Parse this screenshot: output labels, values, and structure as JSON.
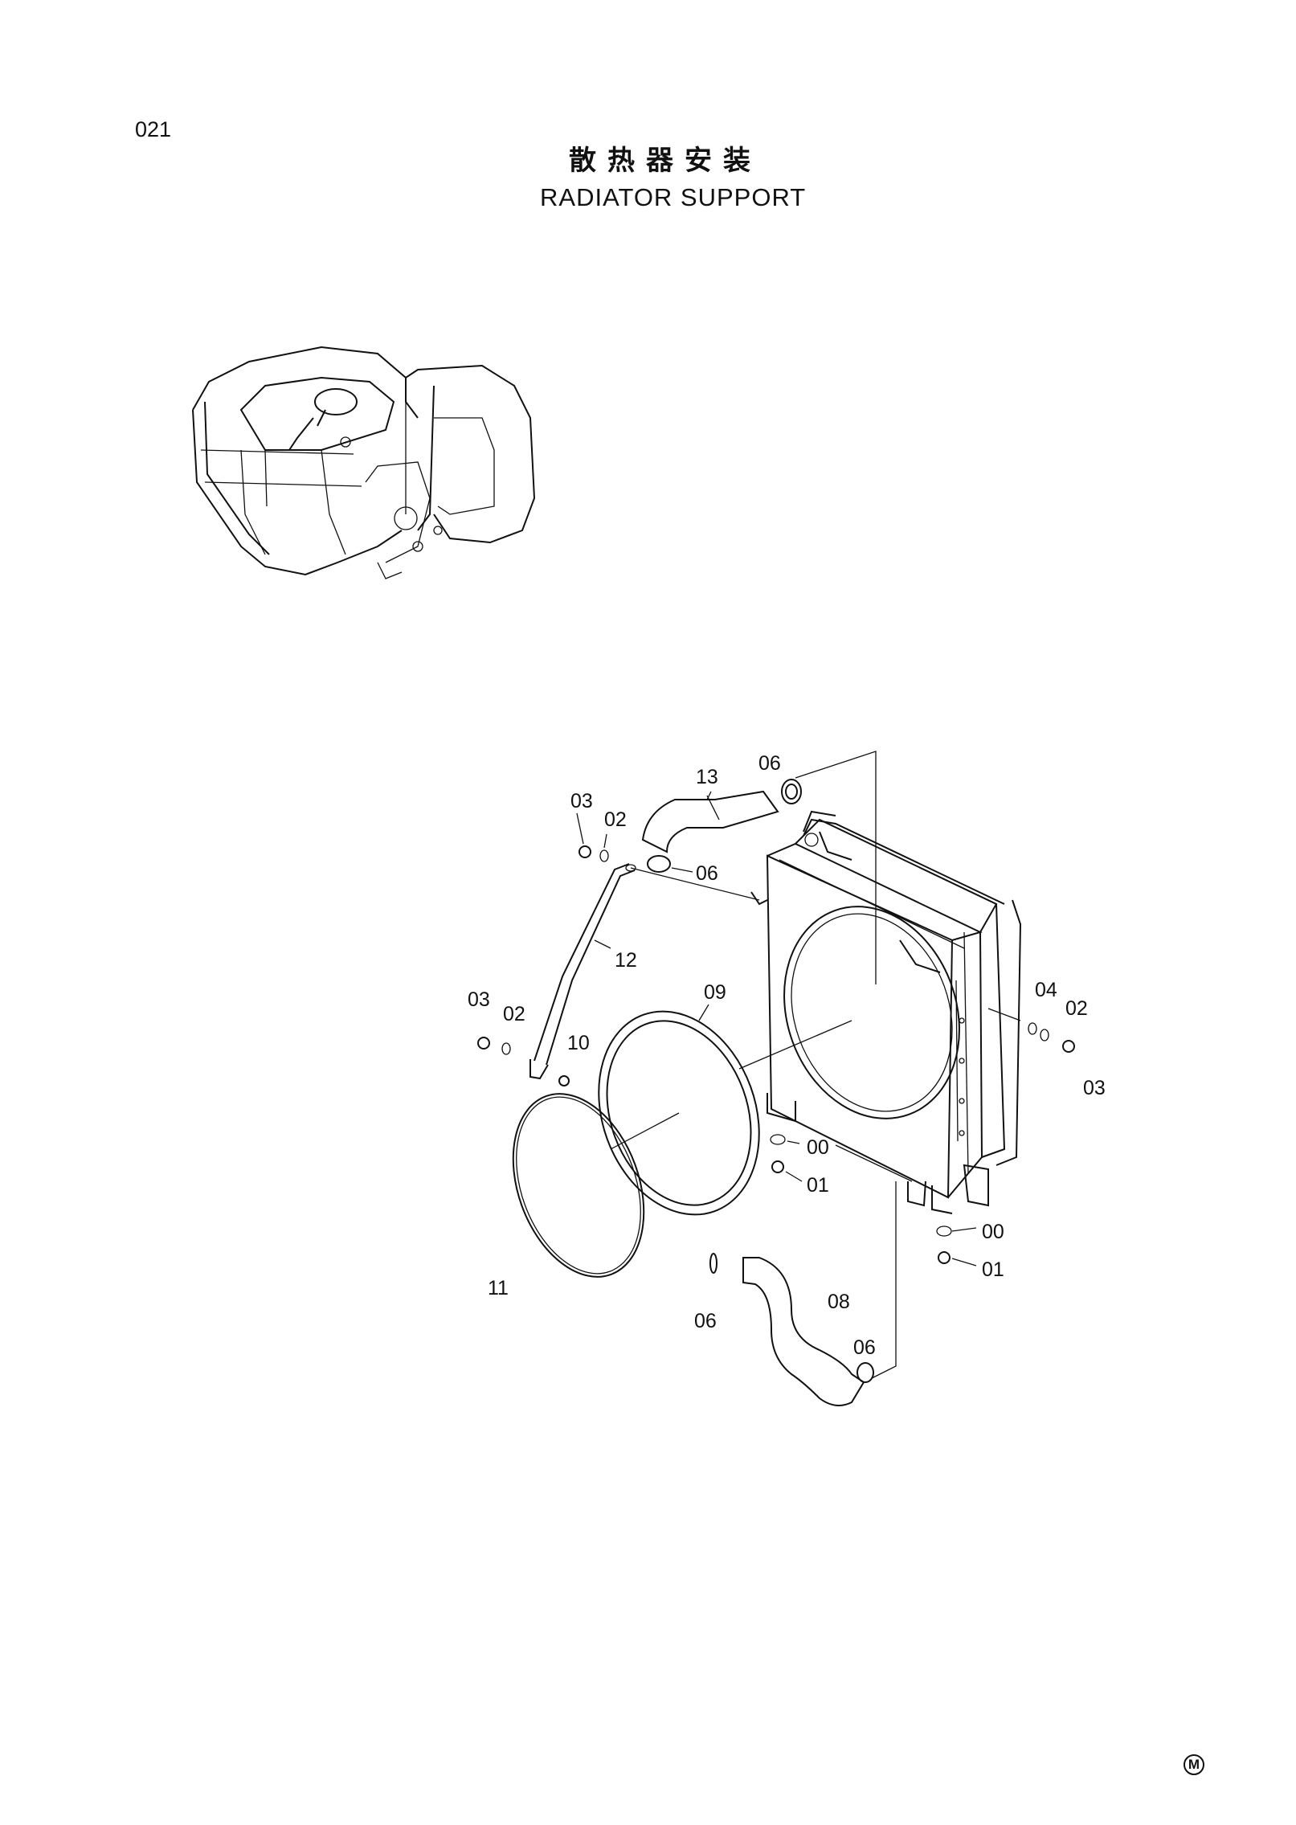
{
  "header": {
    "page_number": "021",
    "title_cn": "散热器安装",
    "title_en": "RADIATOR SUPPORT"
  },
  "footer": {
    "mark": "M"
  },
  "callouts": [
    {
      "id": "c13",
      "text": "13"
    },
    {
      "id": "c06a",
      "text": "06"
    },
    {
      "id": "c03a",
      "text": "03"
    },
    {
      "id": "c02a",
      "text": "02"
    },
    {
      "id": "c06b",
      "text": "06"
    },
    {
      "id": "c12",
      "text": "12"
    },
    {
      "id": "c09",
      "text": "09"
    },
    {
      "id": "c03b",
      "text": "03"
    },
    {
      "id": "c02b",
      "text": "02"
    },
    {
      "id": "c10",
      "text": "10"
    },
    {
      "id": "c04",
      "text": "04"
    },
    {
      "id": "c02c",
      "text": "02"
    },
    {
      "id": "c03c",
      "text": "03"
    },
    {
      "id": "c00a",
      "text": "00"
    },
    {
      "id": "c01a",
      "text": "01"
    },
    {
      "id": "c00b",
      "text": "00"
    },
    {
      "id": "c01b",
      "text": "01"
    },
    {
      "id": "c11",
      "text": "11"
    },
    {
      "id": "c08",
      "text": "08"
    },
    {
      "id": "c06c",
      "text": "06"
    },
    {
      "id": "c06d",
      "text": "06"
    }
  ]
}
